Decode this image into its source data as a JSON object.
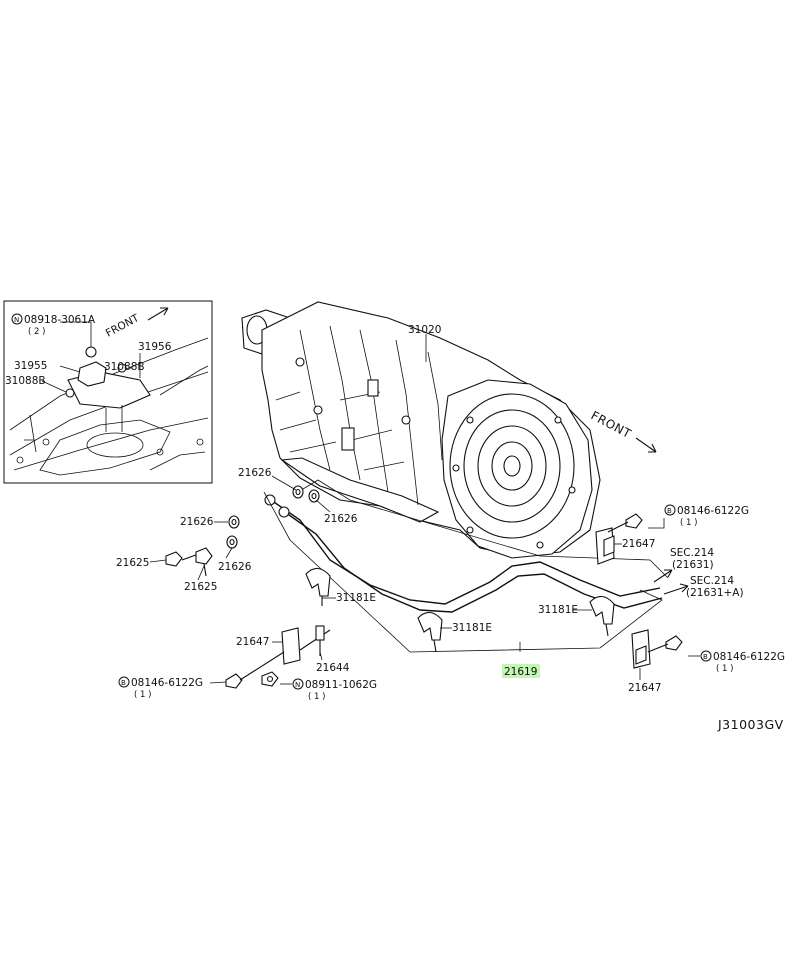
{
  "diagram_code": "J31003GV",
  "arrows": {
    "front_main": "FRONT",
    "front_inset": "FRONT"
  },
  "inset": {
    "nut_code": "08918-3061A",
    "nut_qty": "( 2 )",
    "parts": [
      "31955",
      "31956",
      "31088B",
      "31088B"
    ]
  },
  "main_labels": {
    "transmission": "31020",
    "tube_assembly": "21619",
    "washer_a": "21626",
    "washer_b": "21626",
    "washer_c": "21626",
    "washer_d": "21626",
    "bolt_a": "21625",
    "bolt_b": "21625",
    "clamp_a": "31181E",
    "clamp_b": "31181E",
    "clamp_c": "31181E",
    "bracket_a": "21647",
    "bracket_b": "21647",
    "bracket_c": "21647",
    "stud": "21644"
  },
  "bolts": {
    "top_right": {
      "code": "08146-6122G",
      "qty": "( 1 )",
      "prefix": "B"
    },
    "bottom_right": {
      "code": "08146-6122G",
      "qty": "( 1 )",
      "prefix": "B"
    },
    "bottom_left": {
      "code": "08146-6122G",
      "qty": "( 1 )",
      "prefix": "B"
    },
    "nut_bottom": {
      "code": "08911-1062G",
      "qty": "( 1 )",
      "prefix": "N"
    }
  },
  "sections": {
    "sec_a": "SEC.214",
    "sec_a_ref": "(21631)",
    "sec_b": "SEC.214",
    "sec_b_ref": "(21631+A)"
  },
  "colors": {
    "highlight": "#b9f3a8",
    "line": "#111111"
  }
}
